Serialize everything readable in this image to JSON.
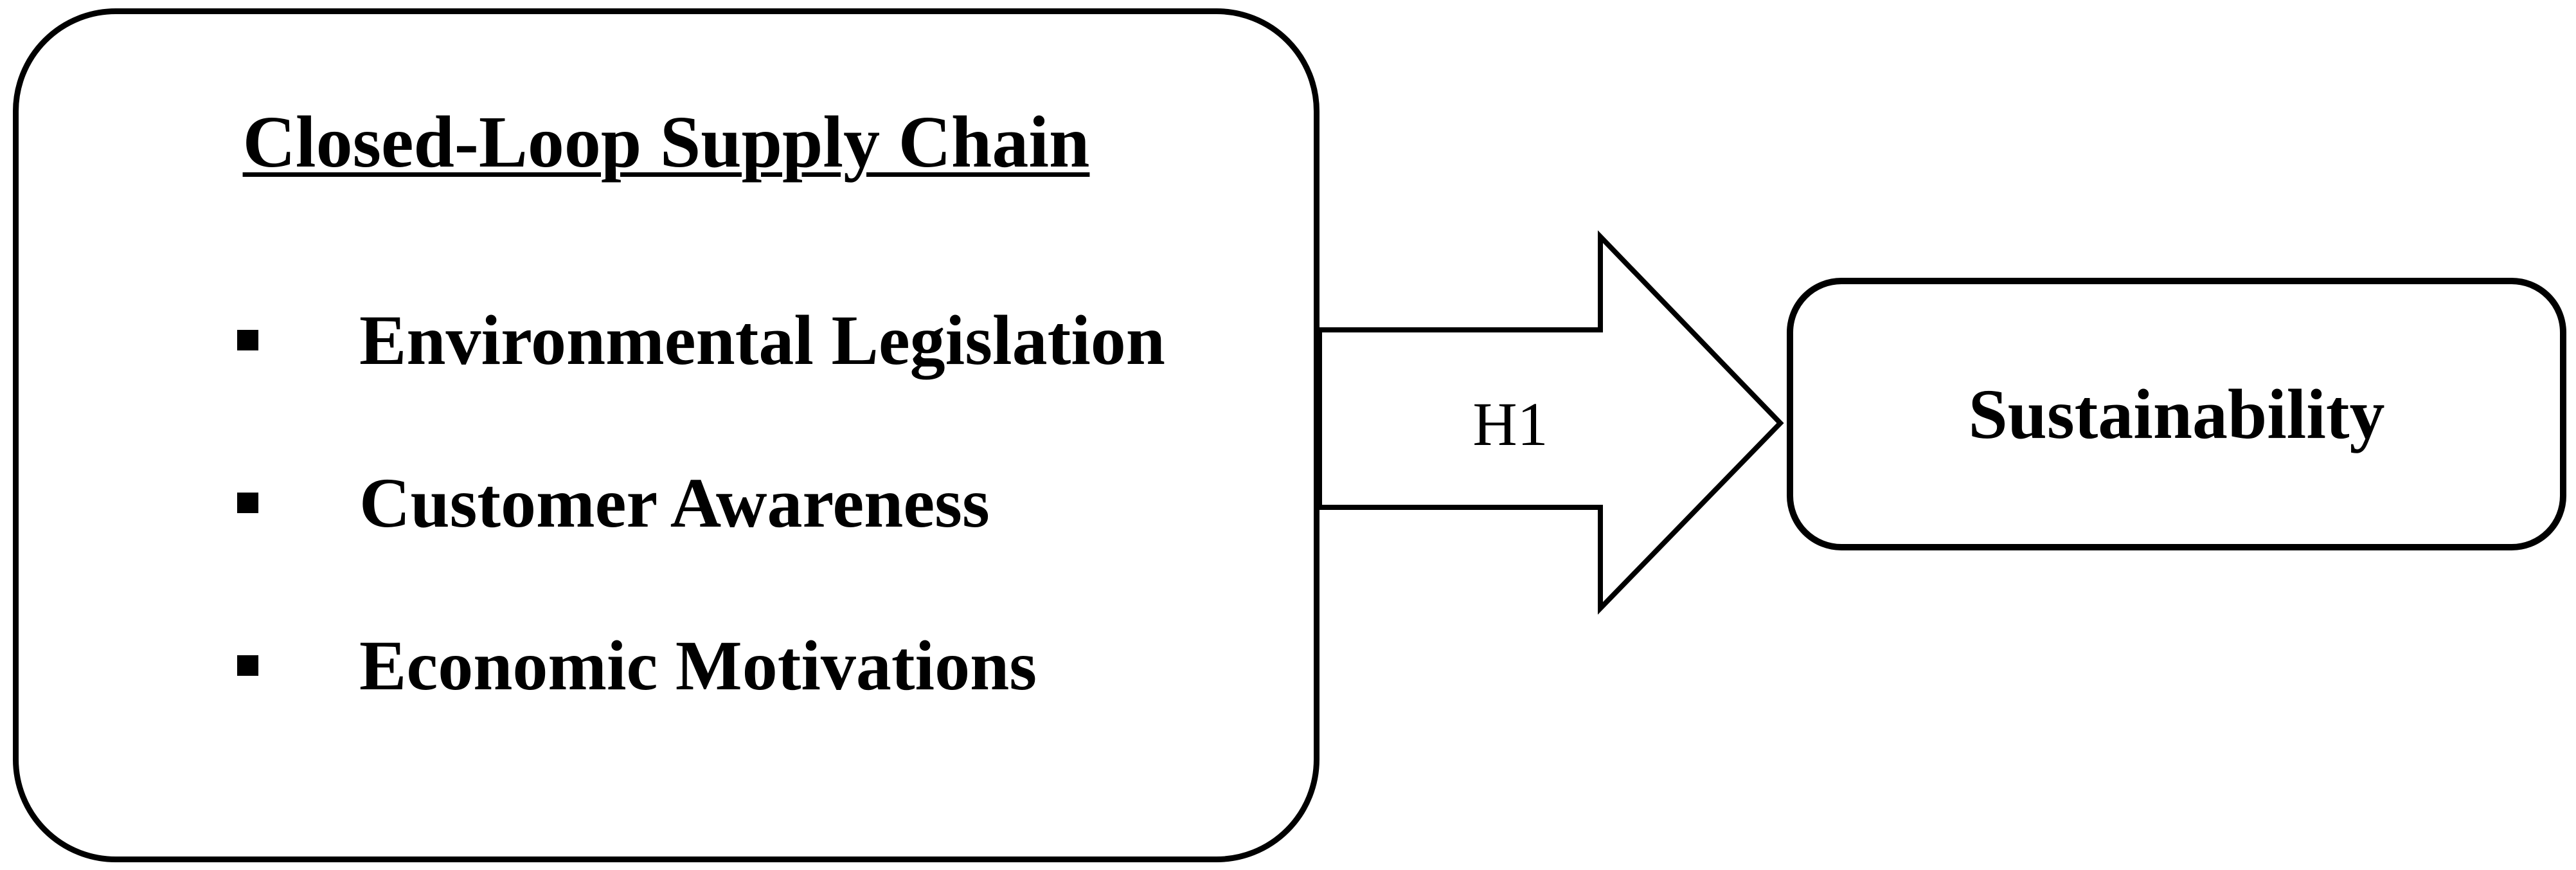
{
  "colors": {
    "ink": "#000000",
    "paper": "#ffffff"
  },
  "left_box": {
    "title": "Closed-Loop Supply Chain",
    "items": [
      {
        "label": "Environmental Legislation"
      },
      {
        "label": "Customer Awareness"
      },
      {
        "label": "Economic Motivations"
      }
    ]
  },
  "arrow": {
    "label": "H1"
  },
  "right_box": {
    "label": "Sustainability"
  }
}
